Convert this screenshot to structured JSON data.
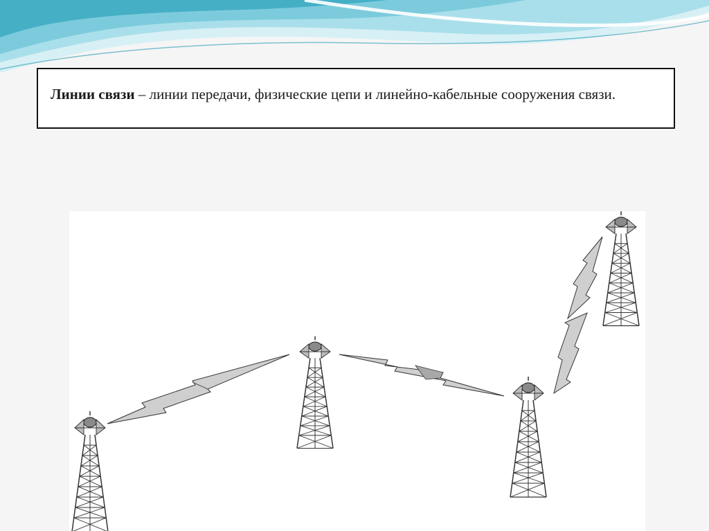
{
  "definition": {
    "term": "Линии связи",
    "rest": " – линии передачи, физические цепи и линейно-кабельные сооружения связи."
  },
  "diagram": {
    "towers": 4,
    "links": 4,
    "colors": {
      "line": "#333333",
      "flash_fill": "#cfcfcf",
      "flash_dark": "#a8a8a8",
      "wave_light": "#bfe6ee",
      "wave_mid": "#6fc4d6",
      "wave_dark": "#2b9bb8"
    }
  }
}
